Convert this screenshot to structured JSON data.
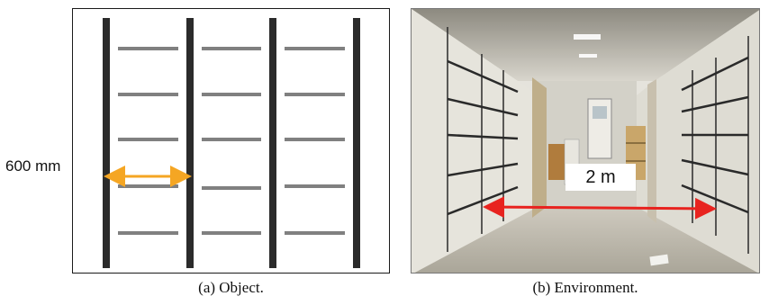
{
  "figure": {
    "panel_a": {
      "caption": "(a) Object.",
      "dimension_label": "600 mm",
      "colors": {
        "pole": "#2b2b2b",
        "rung": "#808080",
        "arrow": "#f5a623"
      }
    },
    "panel_b": {
      "caption": "(b) Environment.",
      "dimension_label": "2 m",
      "colors": {
        "arrow": "#e8231f",
        "wall": "#e9e7e0",
        "floor": "#b9b6ac"
      }
    }
  }
}
